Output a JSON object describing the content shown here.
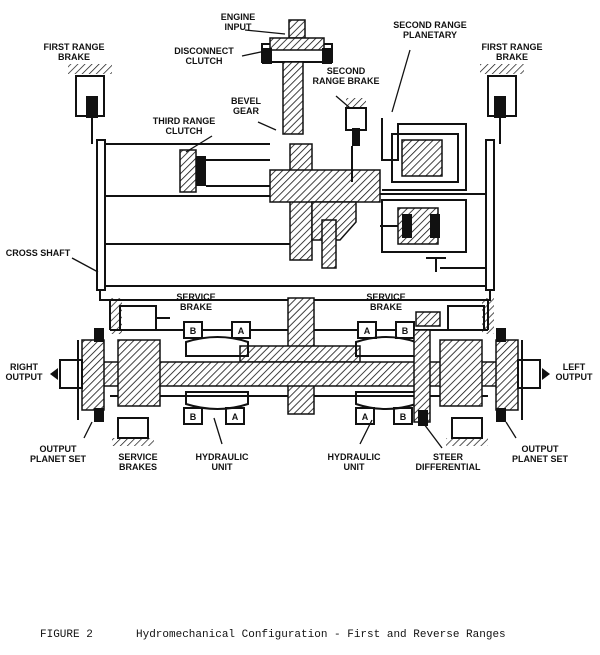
{
  "labels": {
    "engine_input": [
      "ENGINE",
      "INPUT"
    ],
    "disconnect_clutch": [
      "DISCONNECT",
      "CLUTCH"
    ],
    "second_range_planetary": [
      "SECOND RANGE",
      "PLANETARY"
    ],
    "first_range_brake_left": [
      "FIRST RANGE",
      "BRAKE"
    ],
    "first_range_brake_right": [
      "FIRST RANGE",
      "BRAKE"
    ],
    "second_range_brake": [
      "SECOND",
      "RANGE BRAKE"
    ],
    "bevel_gear": [
      "BEVEL",
      "GEAR"
    ],
    "third_range_clutch": [
      "THIRD RANGE",
      "CLUTCH"
    ],
    "cross_shaft": "CROSS SHAFT",
    "service_brake_left": [
      "SERVICE",
      "BRAKE"
    ],
    "service_brake_right": [
      "SERVICE",
      "BRAKE"
    ],
    "right_output": [
      "RIGHT",
      "OUTPUT"
    ],
    "left_output": [
      "LEFT",
      "OUTPUT"
    ],
    "output_planet_set_left": [
      "OUTPUT",
      "PLANET SET"
    ],
    "output_planet_set_right": [
      "OUTPUT",
      "PLANET SET"
    ],
    "service_brakes": [
      "SERVICE",
      "BRAKES"
    ],
    "hydraulic_unit_left": [
      "HYDRAULIC",
      "UNIT"
    ],
    "hydraulic_unit_right": [
      "HYDRAULIC",
      "UNIT"
    ],
    "steer_differential": [
      "STEER",
      "DIFFERENTIAL"
    ]
  },
  "unit_letters": {
    "top_left": [
      "B",
      "A"
    ],
    "top_right": [
      "A",
      "B"
    ],
    "bottom_left": [
      "B",
      "A"
    ],
    "bottom_right": [
      "A",
      "B"
    ]
  },
  "caption": {
    "figure": "FIGURE 2",
    "title": "Hydromechanical Configuration - First and Reverse Ranges"
  }
}
